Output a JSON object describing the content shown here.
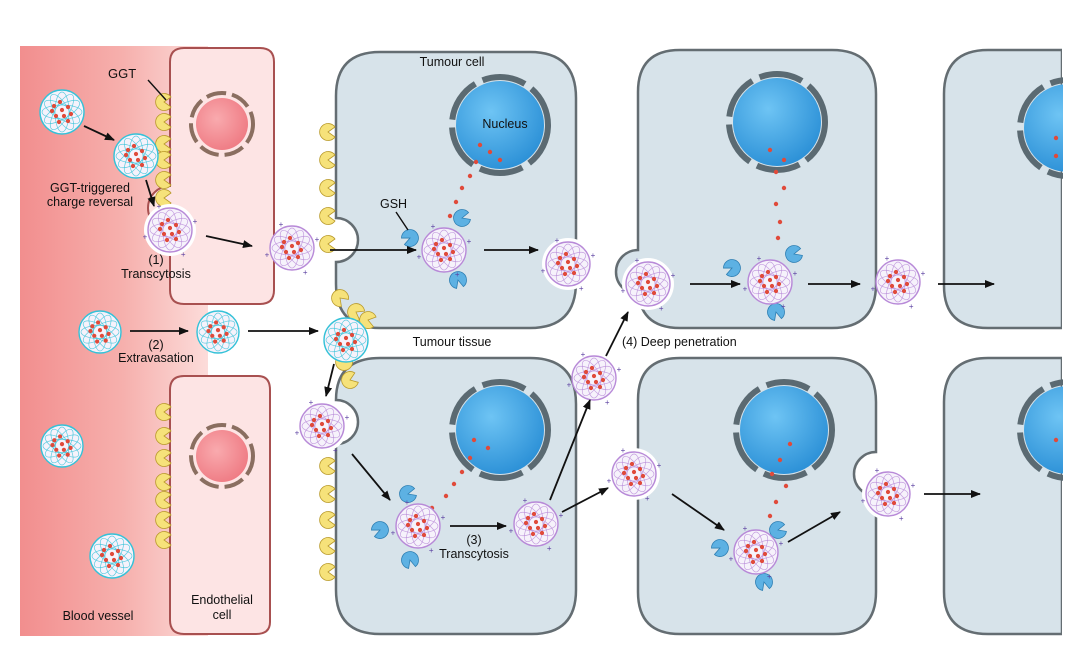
{
  "labels": {
    "ggt": "GGT",
    "charge_reversal_line1": "GGT-triggered",
    "charge_reversal_line2": "charge reversal",
    "step1_num": "(1)",
    "step1": "Transcytosis",
    "step2_num": "(2)",
    "step2": "Extravasation",
    "step3_num": "(3)",
    "step3": "Transcytosis",
    "step4": "(4) Deep penetration",
    "tumour_cell": "Tumour cell",
    "tumour_tissue": "Tumour tissue",
    "nucleus": "Nucleus",
    "gsh": "GSH",
    "blood_vessel": "Blood vessel",
    "endothelial_line1": "Endothelial",
    "endothelial_line2": "cell"
  },
  "colors": {
    "vessel_red": "#f08080",
    "endothelial_fill": "#fde4e4",
    "endothelial_border": "#a85050",
    "endo_nucleus": "#f07f86",
    "tumour_fill": "#d7e3ea",
    "tumour_border": "#646d72",
    "nucleus_blue": "#3aa0e0",
    "ggt_yellow": "#f6e27a",
    "gsh_blue": "#5db1e3",
    "drug_red": "#e04a3a",
    "np_cyan": "#35c2d8",
    "np_purple": "#b88ad8"
  },
  "icons": {
    "ggt": "ggt-enzyme-icon",
    "gsh": "gsh-molecule-icon",
    "nanoparticle": "nanoparticle-icon",
    "drug": "drug-dot-icon"
  }
}
